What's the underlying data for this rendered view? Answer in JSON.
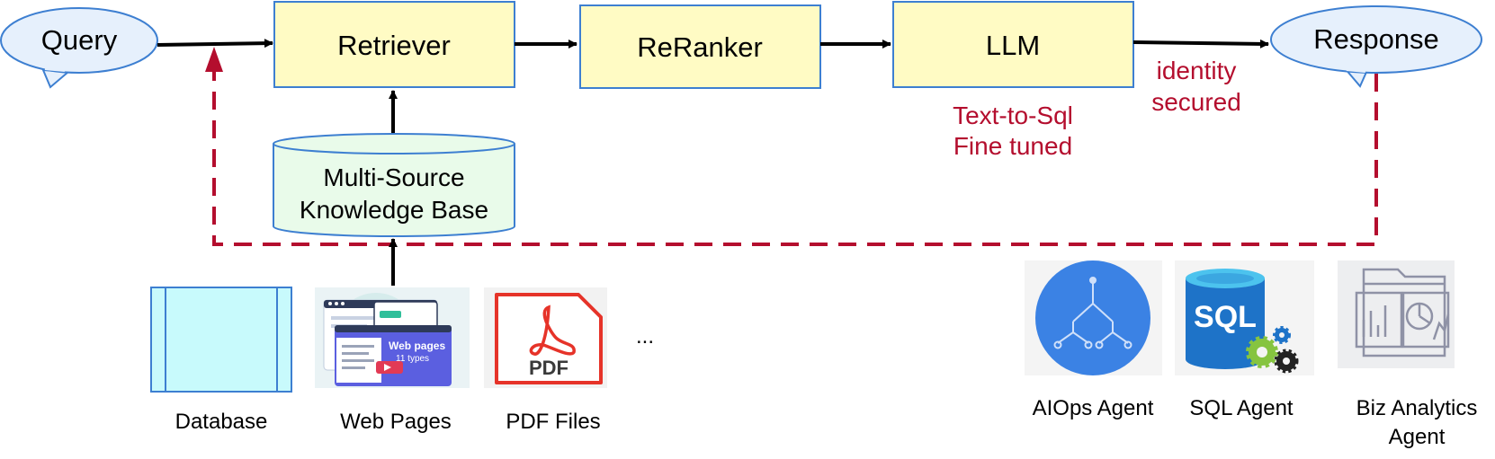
{
  "nodes": {
    "query": "Query",
    "retriever": "Retriever",
    "reranker": "ReRanker",
    "llm": "LLM",
    "response": "Response",
    "kb_line1": "Multi-Source",
    "kb_line2": "Knowledge Base"
  },
  "annotations": {
    "llm_line1": "Text-to-Sql",
    "llm_line2": "Fine tuned",
    "resp_line1": "identity",
    "resp_line2": "secured"
  },
  "sources": {
    "database": "Database",
    "web_pages": "Web Pages",
    "web_card_title": "Web pages",
    "web_card_sub": "11 types",
    "pdf_files": "PDF Files",
    "pdf_text": "PDF",
    "ellipsis": "..."
  },
  "agents": {
    "aiops": "AIOps Agent",
    "sql": "SQL Agent",
    "sql_text": "SQL",
    "biz_line1": "Biz Analytics",
    "biz_line2": "Agent"
  },
  "colors": {
    "box_fill": "#FFFBC4",
    "box_stroke": "#3D7FD1",
    "kb_fill": "#E9FBEA",
    "db_fill": "#C8FAFC",
    "accent_red": "#B40E2E",
    "aiops_blue": "#3B82E4",
    "sql_blue": "#1E73C8",
    "sql_top": "#4CC3EE"
  }
}
